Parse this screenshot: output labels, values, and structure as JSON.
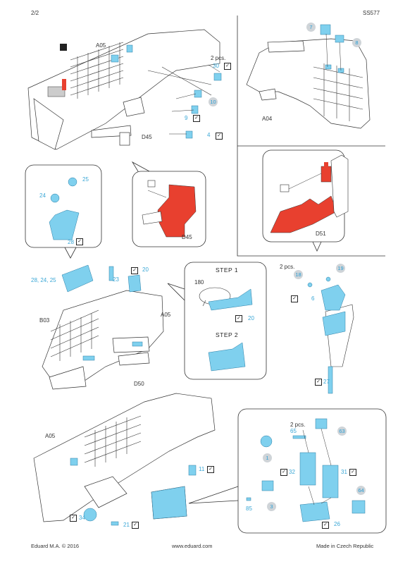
{
  "header": {
    "page": "2/2",
    "code": "SS577"
  },
  "labels": {
    "a05_top": "A05",
    "d45_top": "D45",
    "a04": "A04",
    "d45_callout": "D45",
    "d51": "D51",
    "a05_mid": "A05",
    "b03": "B03",
    "d50": "D50",
    "a05_bottom": "A05",
    "two_pcs_1": "2 pcs.",
    "two_pcs_2": "2 pcs.",
    "two_pcs_3": "2 pcs.",
    "step1": "STEP 1",
    "step2": "STEP 2",
    "angle": "180"
  },
  "parts": {
    "p30": "30",
    "p10": "10",
    "p9": "9",
    "p4": "4",
    "p7": "7",
    "p8": "8",
    "p24": "24",
    "p25": "25",
    "p28": "28",
    "p28_24_25": "28, 24, 25",
    "p23": "23",
    "p20a": "20",
    "p20b": "20",
    "p18": "18",
    "p19": "19",
    "p6": "6",
    "p27": "27",
    "p65": "65",
    "p63": "63",
    "p1": "1",
    "p32": "32",
    "p31": "31",
    "p64": "64",
    "p3": "3",
    "p85": "85",
    "p26": "26",
    "p11": "11",
    "p34": "34",
    "p21": "21"
  },
  "footer": {
    "left": "Eduard M.A. © 2016",
    "center": "www.eduard.com",
    "right": "Made in Czech Republic"
  },
  "colors": {
    "photoetch": "#7fd0ee",
    "red": "#e8402f",
    "badge": "#cfd4d8",
    "line": "#333333"
  }
}
